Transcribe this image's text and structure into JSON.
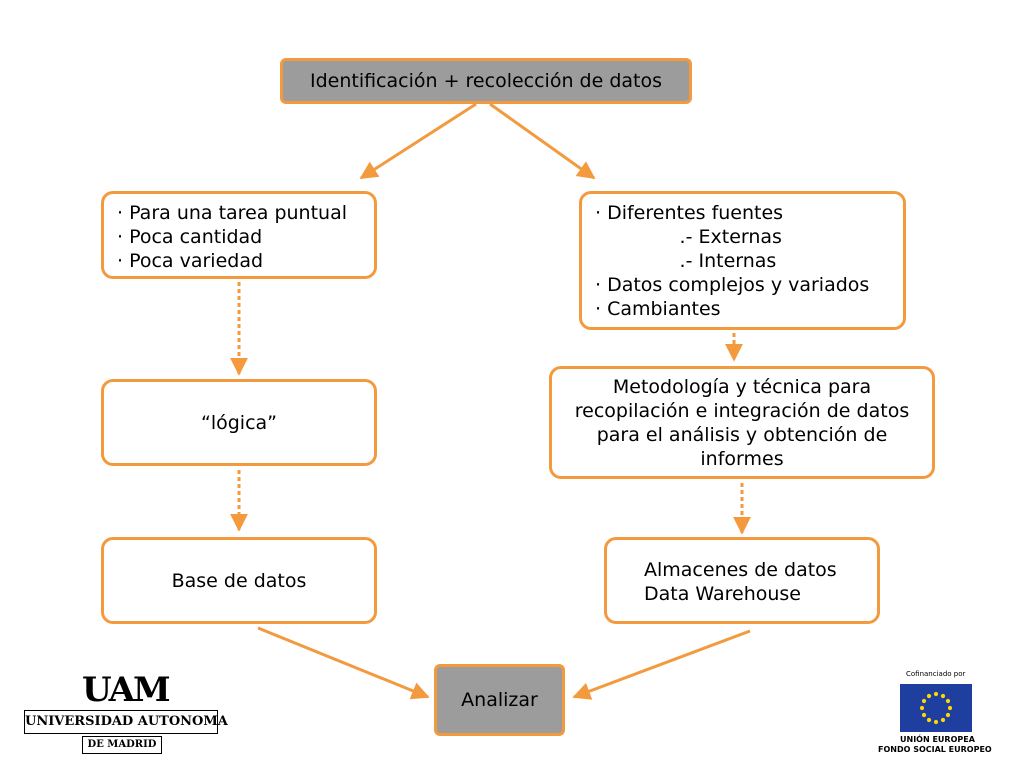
{
  "diagram": {
    "top": {
      "text": "Identificación + recolección de datos"
    },
    "left_top": {
      "lines": [
        "· Para una tarea puntual",
        "· Poca cantidad",
        "· Poca variedad"
      ]
    },
    "right_top": {
      "lines": [
        "· Diferentes fuentes",
        "              .- Externas",
        "              .- Internas",
        "· Datos complejos y variados",
        "· Cambiantes"
      ]
    },
    "left_mid": {
      "text": "“lógica”"
    },
    "right_mid": {
      "lines": [
        "Metodología y técnica para",
        "recopilación e integración de datos",
        "para el análisis y obtención de",
        "informes"
      ]
    },
    "left_bottom": {
      "text": "Base de datos"
    },
    "right_bottom": {
      "lines": [
        "Almacenes de datos",
        "Data Warehouse"
      ]
    },
    "final": {
      "text": "Analizar"
    }
  },
  "logos": {
    "uam": {
      "mark": "UAM",
      "line1": "UNIVERSIDAD AUTONOMA",
      "line2": "DE MADRID"
    },
    "ue": {
      "caption": "Cofinanciado por",
      "line1": "UNIÓN EUROPEA",
      "line2": "FONDO SOCIAL EUROPEO"
    }
  },
  "colors": {
    "accent": "#f39a3e",
    "gray_box": "#9c9c9c",
    "eu_blue": "#1f3fa0",
    "eu_star": "#ffd700"
  }
}
